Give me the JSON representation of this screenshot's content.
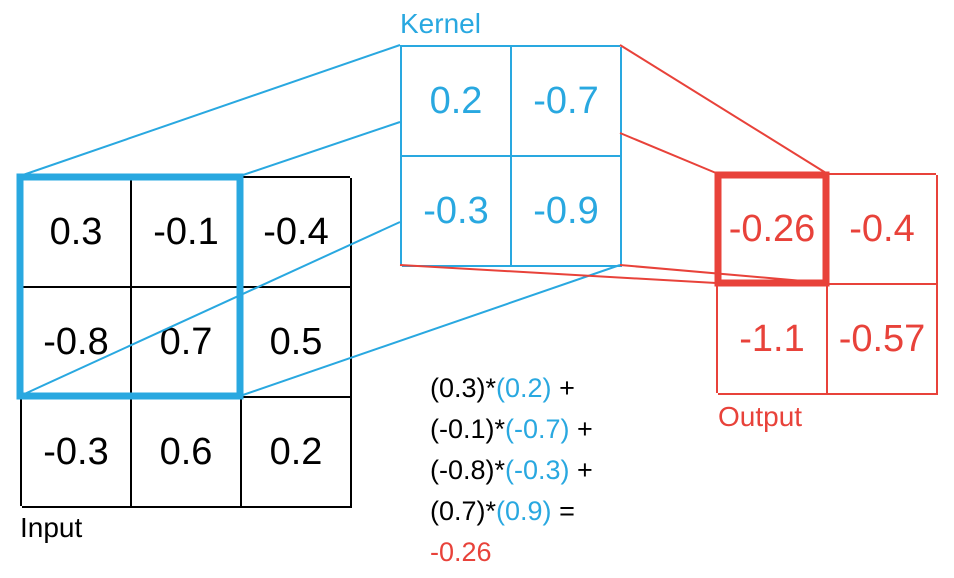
{
  "input": {
    "label": "Input",
    "values": [
      "0.3",
      "-0.1",
      "-0.4",
      "-0.8",
      "0.7",
      "0.5",
      "-0.3",
      "0.6",
      "0.2"
    ]
  },
  "kernel": {
    "label": "Kernel",
    "values": [
      "0.2",
      "-0.7",
      "-0.3",
      "-0.9"
    ]
  },
  "output": {
    "label": "Output",
    "values": [
      "-0.26",
      "-0.4",
      "-1.1",
      "-0.57"
    ]
  },
  "formula": {
    "terms": [
      {
        "input": "(0.3)*",
        "kernel": "(0.2)",
        "op": " +"
      },
      {
        "input": "(-0.1)*",
        "kernel": "(-0.7)",
        "op": " +"
      },
      {
        "input": "(-0.8)*",
        "kernel": "(-0.3)",
        "op": " +"
      },
      {
        "input": "(0.7)*",
        "kernel": "(0.9)",
        "op": " ="
      }
    ],
    "result": "-0.26"
  },
  "colors": {
    "kernel": "#29a8e0",
    "output": "#e8423a",
    "input": "#000000"
  }
}
